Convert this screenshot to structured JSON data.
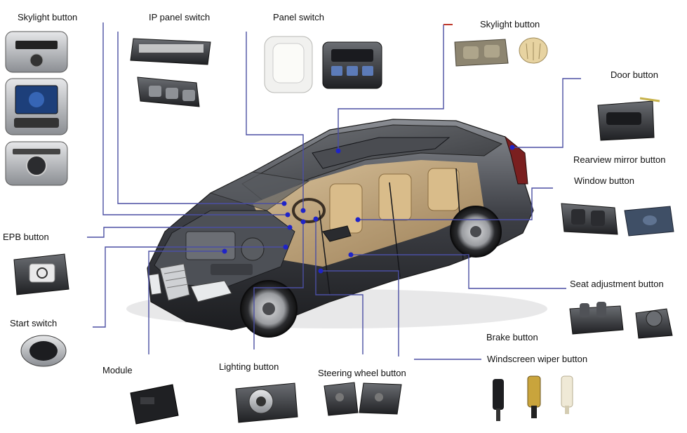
{
  "labels": {
    "skylight_button_left": "Skylight button",
    "ip_panel_switch": "IP panel switch",
    "panel_switch": "Panel switch",
    "skylight_button_right": "Skylight button",
    "door_button": "Door button",
    "rearview_mirror_button": "Rearview mirror button",
    "window_button": "Window button",
    "epb_button": "EPB button",
    "seat_adjustment_button": "Seat adjustment button",
    "start_switch": "Start switch",
    "brake_button": "Brake button",
    "windscreen_wiper_button": "Windscreen wiper button",
    "module": "Module",
    "lighting_button": "Lighting button",
    "steering_wheel_button": "Steering wheel button"
  },
  "colors": {
    "leader_line": "#4b4fa3",
    "leader_dot": "#1f24c8",
    "accent_red": "#c0392b",
    "car_body": "#2f3136",
    "interior": "#c8a878",
    "label_text": "#111111"
  }
}
